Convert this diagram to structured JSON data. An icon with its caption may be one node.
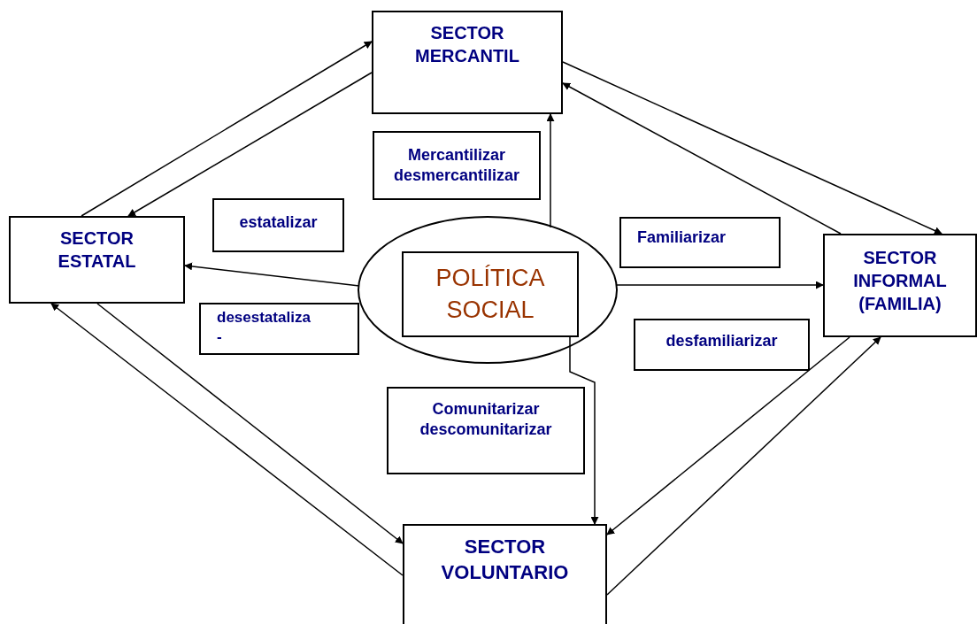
{
  "diagram": {
    "nodes": [
      {
        "text": [
          "SECTOR MERCANTIL"
        ]
      },
      {
        "text": [
          "Mercantilizar desmercantilizar"
        ]
      },
      {
        "text": [
          "SECTOR ESTATAL"
        ]
      },
      {
        "text": [
          "estatalizar"
        ]
      },
      {
        "text": [],
        "shape": "circle"
      },
      {
        "text": [
          "POLÍTICA SOCIAL"
        ],
        "in": 4
      },
      {
        "text": [
          "Familiarizar"
        ]
      },
      {
        "text": [
          "SECTOR INFORMAL (FAMILIA)"
        ]
      },
      {
        "text": [
          "desestataliza -"
        ]
      },
      {
        "text": [
          "desfamiliarizar"
        ]
      },
      {
        "text": [
          "Comunitarizar descomunitarizar"
        ]
      },
      {
        "text": [
          "SECTOR VOLUNTARIO"
        ]
      }
    ],
    "edges": [
      {
        "from": 2,
        "to": 0,
        "arrow": "to"
      },
      {
        "from": 0,
        "to": 2,
        "arrow": "to"
      },
      {
        "from": 0,
        "to": 7,
        "arrow": "to"
      },
      {
        "from": 7,
        "to": 0,
        "arrow": "to"
      },
      {
        "from": 4,
        "to": 2,
        "arrow": "to"
      },
      {
        "from": 4,
        "to": 7,
        "arrow": "to"
      },
      {
        "from": 4,
        "to": 0,
        "arrow": "to"
      },
      {
        "from": 5,
        "to": 11,
        "arrow": "to"
      },
      {
        "from": 2,
        "to": 11,
        "arrow": "to"
      },
      {
        "from": 11,
        "to": 2,
        "arrow": "to"
      },
      {
        "from": 7,
        "to": 11,
        "arrow": "to"
      },
      {
        "from": 11,
        "to": 7,
        "arrow": "to"
      }
    ]
  }
}
